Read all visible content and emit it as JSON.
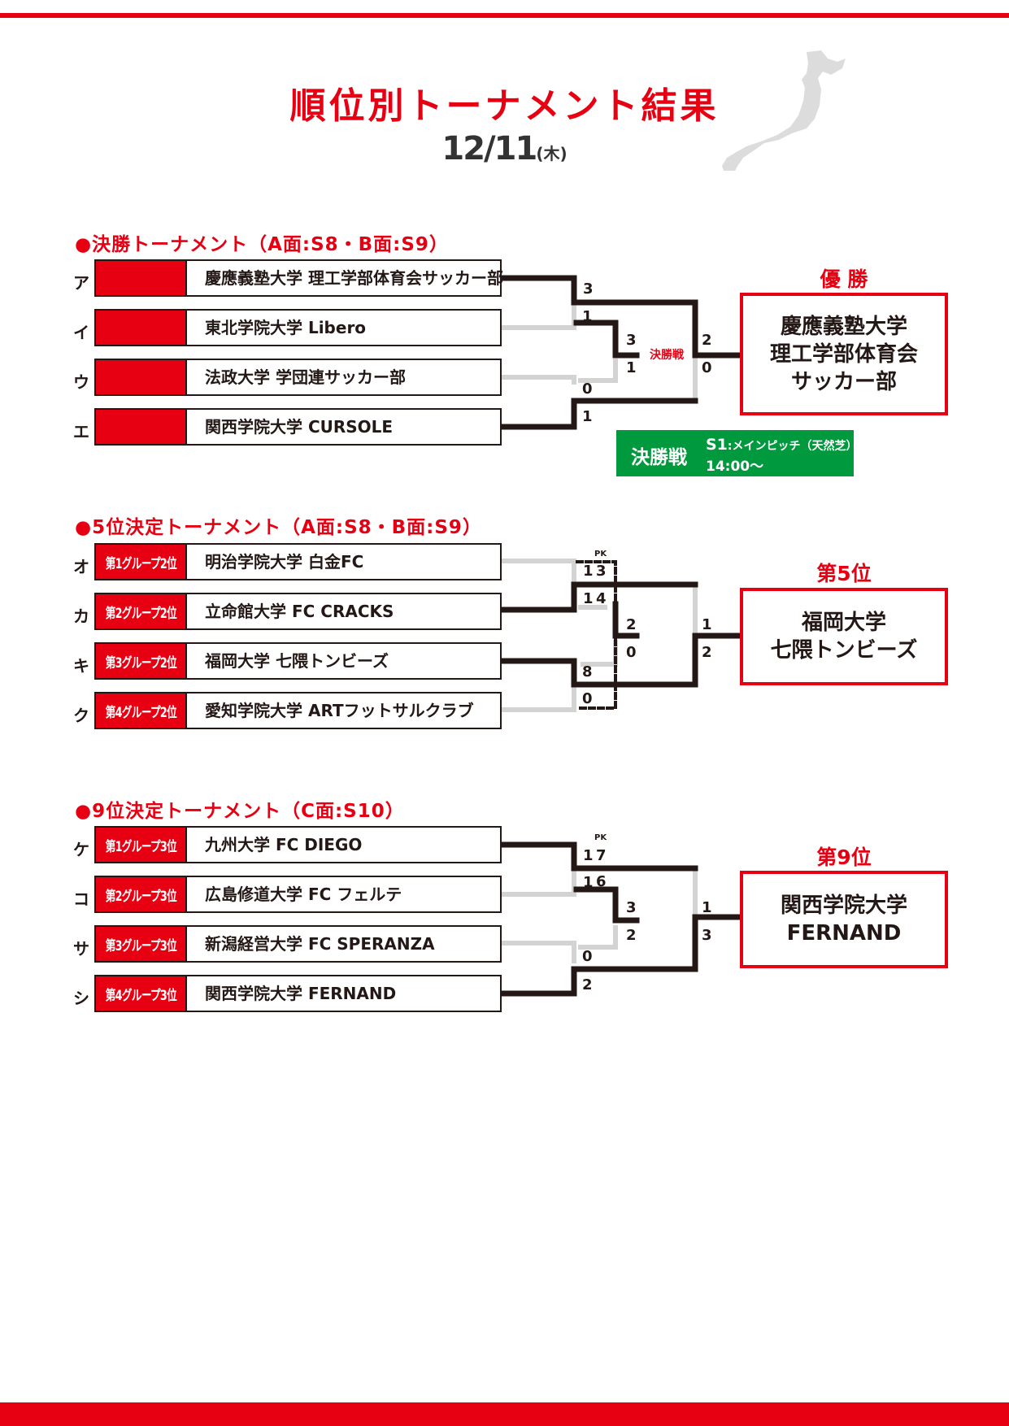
{
  "header": {
    "title": "順位別トーナメント結果",
    "date": "12/11",
    "weekday": "(木)"
  },
  "sections": [
    {
      "heading": "●決勝トーナメント（A面:S8・B面:S9）",
      "teams": [
        {
          "letter": "ア",
          "seed": "",
          "name": "慶應義塾大学 理工学部体育会サッカー部"
        },
        {
          "letter": "イ",
          "seed": "",
          "name": "東北学院大学 Libero"
        },
        {
          "letter": "ウ",
          "seed": "",
          "name": "法政大学 学団連サッカー部"
        },
        {
          "letter": "エ",
          "seed": "",
          "name": "関西学院大学 CURSOLE"
        }
      ],
      "scores": [
        "3",
        "1",
        "3",
        "1",
        "0",
        "1",
        "2",
        "0"
      ],
      "final_mark": "決勝戦",
      "winner_label": "優 勝",
      "winner": "慶應義塾大学\n理工学部体育会\nサッカー部",
      "final_info": {
        "label": "決勝戦",
        "pitch": "S1",
        "pitch_desc": ":メインピッチ（天然芝）",
        "time": "14:00〜"
      }
    },
    {
      "heading": "●5位決定トーナメント（A面:S8・B面:S9）",
      "teams": [
        {
          "letter": "オ",
          "seed": "第1グループ2位",
          "name": "明治学院大学 白金FC"
        },
        {
          "letter": "カ",
          "seed": "第2グループ2位",
          "name": "立命館大学 FC CRACKS"
        },
        {
          "letter": "キ",
          "seed": "第3グループ2位",
          "name": "福岡大学 七隈トンビーズ"
        },
        {
          "letter": "ク",
          "seed": "第4グループ2位",
          "name": "愛知学院大学 ARTフットサルクラブ"
        }
      ],
      "pk_label": "PK",
      "scores": [
        "1",
        "3",
        "1",
        "4",
        "2",
        "0",
        "8",
        "0",
        "1",
        "2"
      ],
      "winner_label": "第5位",
      "winner": "福岡大学\n七隈トンビーズ"
    },
    {
      "heading": "●9位決定トーナメント（C面:S10）",
      "teams": [
        {
          "letter": "ケ",
          "seed": "第1グループ3位",
          "name": "九州大学 FC DIEGO"
        },
        {
          "letter": "コ",
          "seed": "第2グループ3位",
          "name": "広島修道大学 FC フェルテ"
        },
        {
          "letter": "サ",
          "seed": "第3グループ3位",
          "name": "新潟経営大学 FC SPERANZA"
        },
        {
          "letter": "シ",
          "seed": "第4グループ3位",
          "name": "関西学院大学 FERNAND"
        }
      ],
      "pk_label": "PK",
      "scores": [
        "1",
        "7",
        "1",
        "6",
        "3",
        "2",
        "0",
        "2",
        "1",
        "3"
      ],
      "winner_label": "第9位",
      "winner": "関西学院大学\nFERNAND"
    }
  ],
  "colors": {
    "accent": "#e60012",
    "green": "#00993e",
    "line": "#231815",
    "loser_line": "#d3d3d3"
  }
}
